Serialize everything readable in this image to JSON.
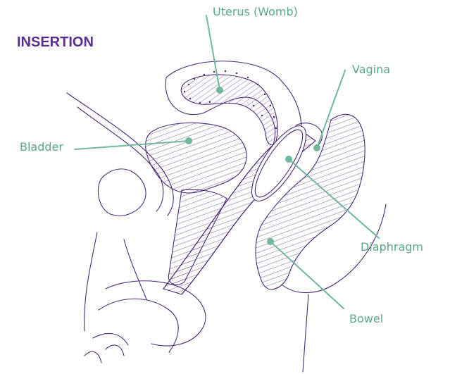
{
  "title": "INSERTION",
  "labels": {
    "uterus": "Uterus (Womb)",
    "vagina": "Vagina",
    "bladder": "Bladder",
    "diaphragm": "Diaphragm",
    "bowel": "Bowel"
  },
  "colors": {
    "title": "#5b2d8e",
    "outline": "#4a2a78",
    "hatch": "#6a4a94",
    "leader": "#6fb89c",
    "label_text": "#5aa888",
    "background": "#ffffff"
  }
}
